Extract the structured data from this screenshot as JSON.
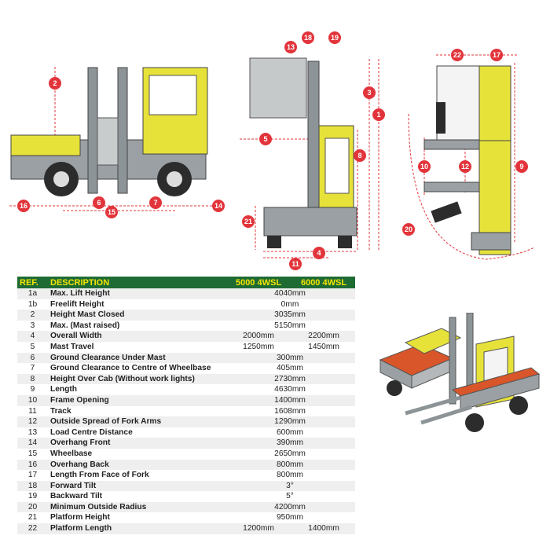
{
  "callouts": {
    "side": [
      "2",
      "6",
      "15",
      "7",
      "16",
      "14"
    ],
    "front": [
      "13",
      "18",
      "19",
      "3",
      "1",
      "5",
      "8",
      "21",
      "4",
      "11"
    ],
    "top": [
      "22",
      "17",
      "10",
      "12",
      "9",
      "20"
    ]
  },
  "colors": {
    "accent": "#e2343b",
    "header_bg": "#1f6b34",
    "header_text": "#f3e500",
    "machine_yellow": "#e6e23a",
    "platform_orange": "#d9552a"
  },
  "table": {
    "headers": {
      "ref": "REF.",
      "desc": "DESCRIPTION",
      "m1": "5000 4WSL",
      "m2": "6000 4WSL"
    },
    "rows": [
      {
        "ref": "1a",
        "desc": "Max. Lift Height",
        "all": "4040mm"
      },
      {
        "ref": "1b",
        "desc": "Freelift Height",
        "all": "0mm"
      },
      {
        "ref": "2",
        "desc": "Height Mast Closed",
        "all": "3035mm"
      },
      {
        "ref": "3",
        "desc": "Max. (Mast raised)",
        "all": "5150mm"
      },
      {
        "ref": "4",
        "desc": "Overall Width",
        "v1": "2000mm",
        "v2": "2200mm"
      },
      {
        "ref": "5",
        "desc": "Mast Travel",
        "v1": "1250mm",
        "v2": "1450mm"
      },
      {
        "ref": "6",
        "desc": "Ground Clearance Under Mast",
        "all": "300mm"
      },
      {
        "ref": "7",
        "desc": "Ground Clearance to Centre of Wheelbase",
        "all": "405mm"
      },
      {
        "ref": "8",
        "desc": "Height Over Cab (Without work lights)",
        "all": "2730mm"
      },
      {
        "ref": "9",
        "desc": "Length",
        "all": "4630mm"
      },
      {
        "ref": "10",
        "desc": "Frame Opening",
        "all": "1400mm"
      },
      {
        "ref": "11",
        "desc": "Track",
        "all": "1608mm"
      },
      {
        "ref": "12",
        "desc": "Outside Spread of Fork Arms",
        "all": "1290mm"
      },
      {
        "ref": "13",
        "desc": "Load Centre Distance",
        "all": "600mm"
      },
      {
        "ref": "14",
        "desc": "Overhang Front",
        "all": "390mm"
      },
      {
        "ref": "15",
        "desc": "Wheelbase",
        "all": "2650mm"
      },
      {
        "ref": "16",
        "desc": "Overhang Back",
        "all": "800mm"
      },
      {
        "ref": "17",
        "desc": "Length From Face of Fork",
        "all": "800mm"
      },
      {
        "ref": "18",
        "desc": "Forward Tilt",
        "all": "3°"
      },
      {
        "ref": "19",
        "desc": "Backward Tilt",
        "all": "5°"
      },
      {
        "ref": "20",
        "desc": "Minimum Outside Radius",
        "all": "4200mm"
      },
      {
        "ref": "21",
        "desc": "Platform Height",
        "all": "950mm"
      },
      {
        "ref": "22",
        "desc": "Platform Length",
        "v1": "1200mm",
        "v2": "1400mm"
      }
    ]
  }
}
